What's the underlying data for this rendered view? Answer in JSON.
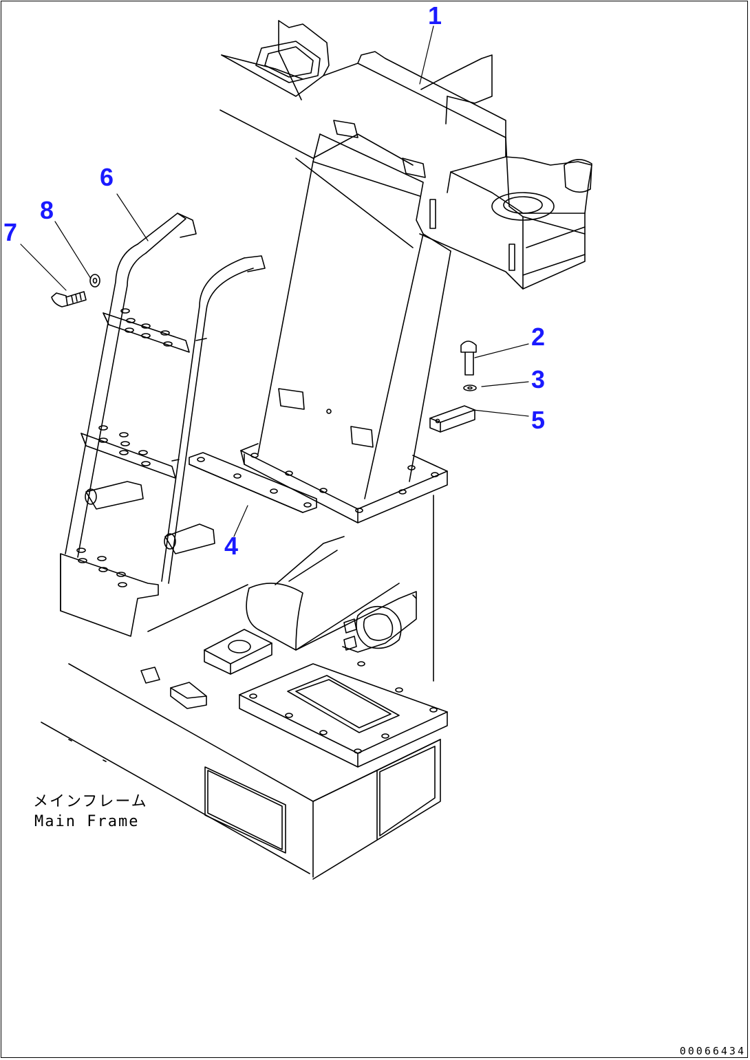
{
  "callouts": [
    {
      "id": "1",
      "label": "1"
    },
    {
      "id": "2",
      "label": "2"
    },
    {
      "id": "3",
      "label": "3"
    },
    {
      "id": "4",
      "label": "4"
    },
    {
      "id": "5",
      "label": "5"
    },
    {
      "id": "6",
      "label": "6"
    },
    {
      "id": "7",
      "label": "7"
    },
    {
      "id": "8",
      "label": "8"
    }
  ],
  "main_frame_label": {
    "japanese": "メインフレーム",
    "english": "Main Frame"
  },
  "drawing_number": "00066434",
  "colors": {
    "callout": "#1a1aff",
    "line": "#000000",
    "background": "#ffffff"
  }
}
